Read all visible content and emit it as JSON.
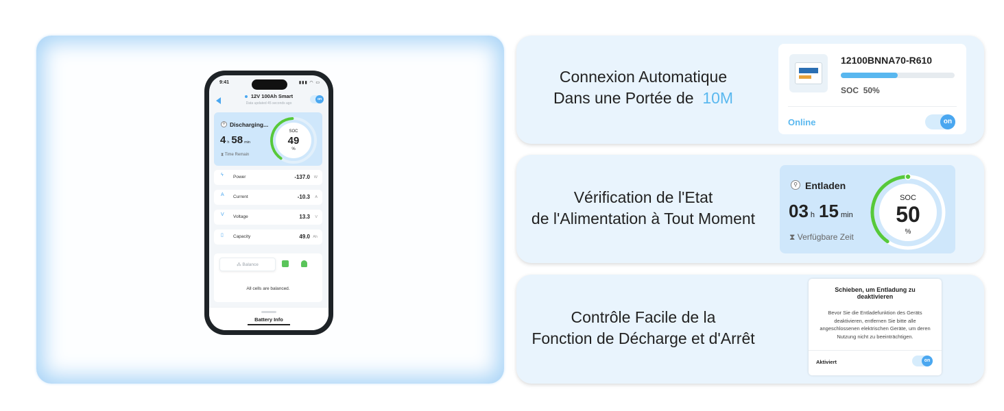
{
  "phone": {
    "status_time": "9:41",
    "status_icons": "▮▮▮ ◠ ▭",
    "device_name": "12V 100Ah Smart",
    "device_sub": "Data updated 45 seconds ago",
    "toggle_label": "on",
    "discharge": {
      "label": "Discharging...",
      "hours": "4",
      "hours_unit": "h",
      "minutes": "58",
      "minutes_unit": "min",
      "remain_label": "Time Remain",
      "soc_label": "SOC",
      "soc_value": "49",
      "soc_unit": "%",
      "soc_fraction": 0.49
    },
    "rows": [
      {
        "label": "Power",
        "value": "-137.0",
        "unit": "W"
      },
      {
        "label": "Current",
        "value": "-10.3",
        "unit": "A"
      },
      {
        "label": "Voltage",
        "value": "13.3",
        "unit": "V"
      },
      {
        "label": "Capacity",
        "value": "49.0",
        "unit": "Ah"
      }
    ],
    "balance_tab": "Balance",
    "balance_text": "All cells are balanced.",
    "footer_tab": "Battery Info"
  },
  "features": [
    {
      "line1": "Connexion Automatique",
      "line2_prefix": "Dans une Portée de",
      "line2_accent": "10M"
    },
    {
      "line1": "Vérification de l'Etat",
      "line2": "de l'Alimentation à Tout Moment"
    },
    {
      "line1": "Contrôle Facile de la",
      "line2": "Fonction de Décharge et d'Arrêt"
    }
  ],
  "connection_card": {
    "model": "12100BNNA70-R610",
    "soc_label": "SOC",
    "soc_value": "50%",
    "soc_fraction": 0.5,
    "status": "Online",
    "toggle_label": "on"
  },
  "state_card": {
    "label": "Entladen",
    "hours": "03",
    "hours_unit": "h",
    "minutes": "15",
    "minutes_unit": "min",
    "remain_label": "Verfügbare Zeit",
    "soc_label": "SOC",
    "soc_value": "50",
    "soc_unit": "%",
    "soc_fraction": 0.5
  },
  "control_card": {
    "title": "Schieben, um Entladung zu deaktivieren",
    "body": "Bevor Sie die Entladefunktion des Geräts deaktivieren, entfernen Sie bitte alle angeschlossenen elektrischen Geräte, um deren Nutzung nicht zu beeinträchtigen.",
    "toggle_text": "Aktiviert",
    "toggle_label": "on"
  },
  "colors": {
    "accent": "#5ab8ef",
    "gauge_green": "#57c93a",
    "card_blue": "#cfe7fb"
  }
}
